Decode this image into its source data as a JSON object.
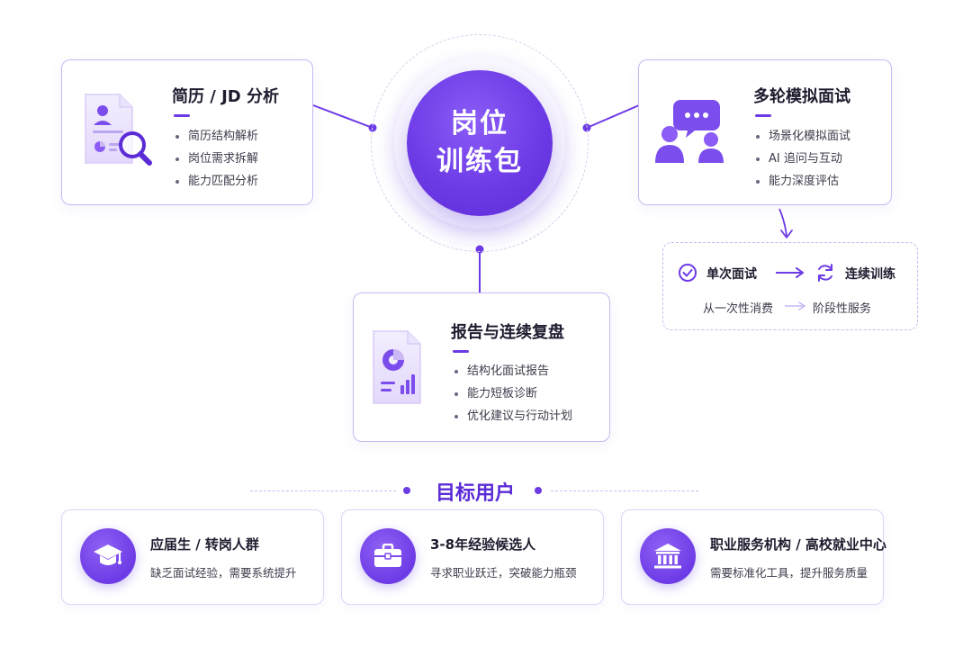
{
  "hub": {
    "line1": "岗位",
    "line2": "训练包"
  },
  "modules": [
    {
      "title": "简历 / JD 分析",
      "icon": "resume-search-icon",
      "items": [
        "简历结构解析",
        "岗位需求拆解",
        "能力匹配分析"
      ]
    },
    {
      "title": "多轮模拟面试",
      "icon": "interview-chat-icon",
      "items": [
        "场景化模拟面试",
        "AI 追问与互动",
        "能力深度评估"
      ]
    },
    {
      "title": "报告与连续复盘",
      "icon": "report-chart-icon",
      "items": [
        "结构化面试报告",
        "能力短板诊断",
        "优化建议与行动计划"
      ]
    }
  ],
  "mode": {
    "from": "单次面试",
    "to": "连续训练",
    "from_sub": "从一次性消费",
    "to_sub": "阶段性服务"
  },
  "target": {
    "title": "目标用户",
    "users": [
      {
        "title": "应届生 / 转岗人群",
        "desc": "缺乏面试经验，需要系统提升",
        "icon": "graduation-cap-icon"
      },
      {
        "title": "3-8年经验候选人",
        "desc": "寻求职业跃迁，突破能力瓶颈",
        "icon": "briefcase-icon"
      },
      {
        "title": "职业服务机构 / 高校就业中心",
        "desc": "需要标准化工具，提升服务质量",
        "icon": "institution-icon"
      }
    ]
  },
  "colors": {
    "accent": "#6d3be6",
    "border": "#c9b8f3",
    "text": "#1f1b2e"
  }
}
